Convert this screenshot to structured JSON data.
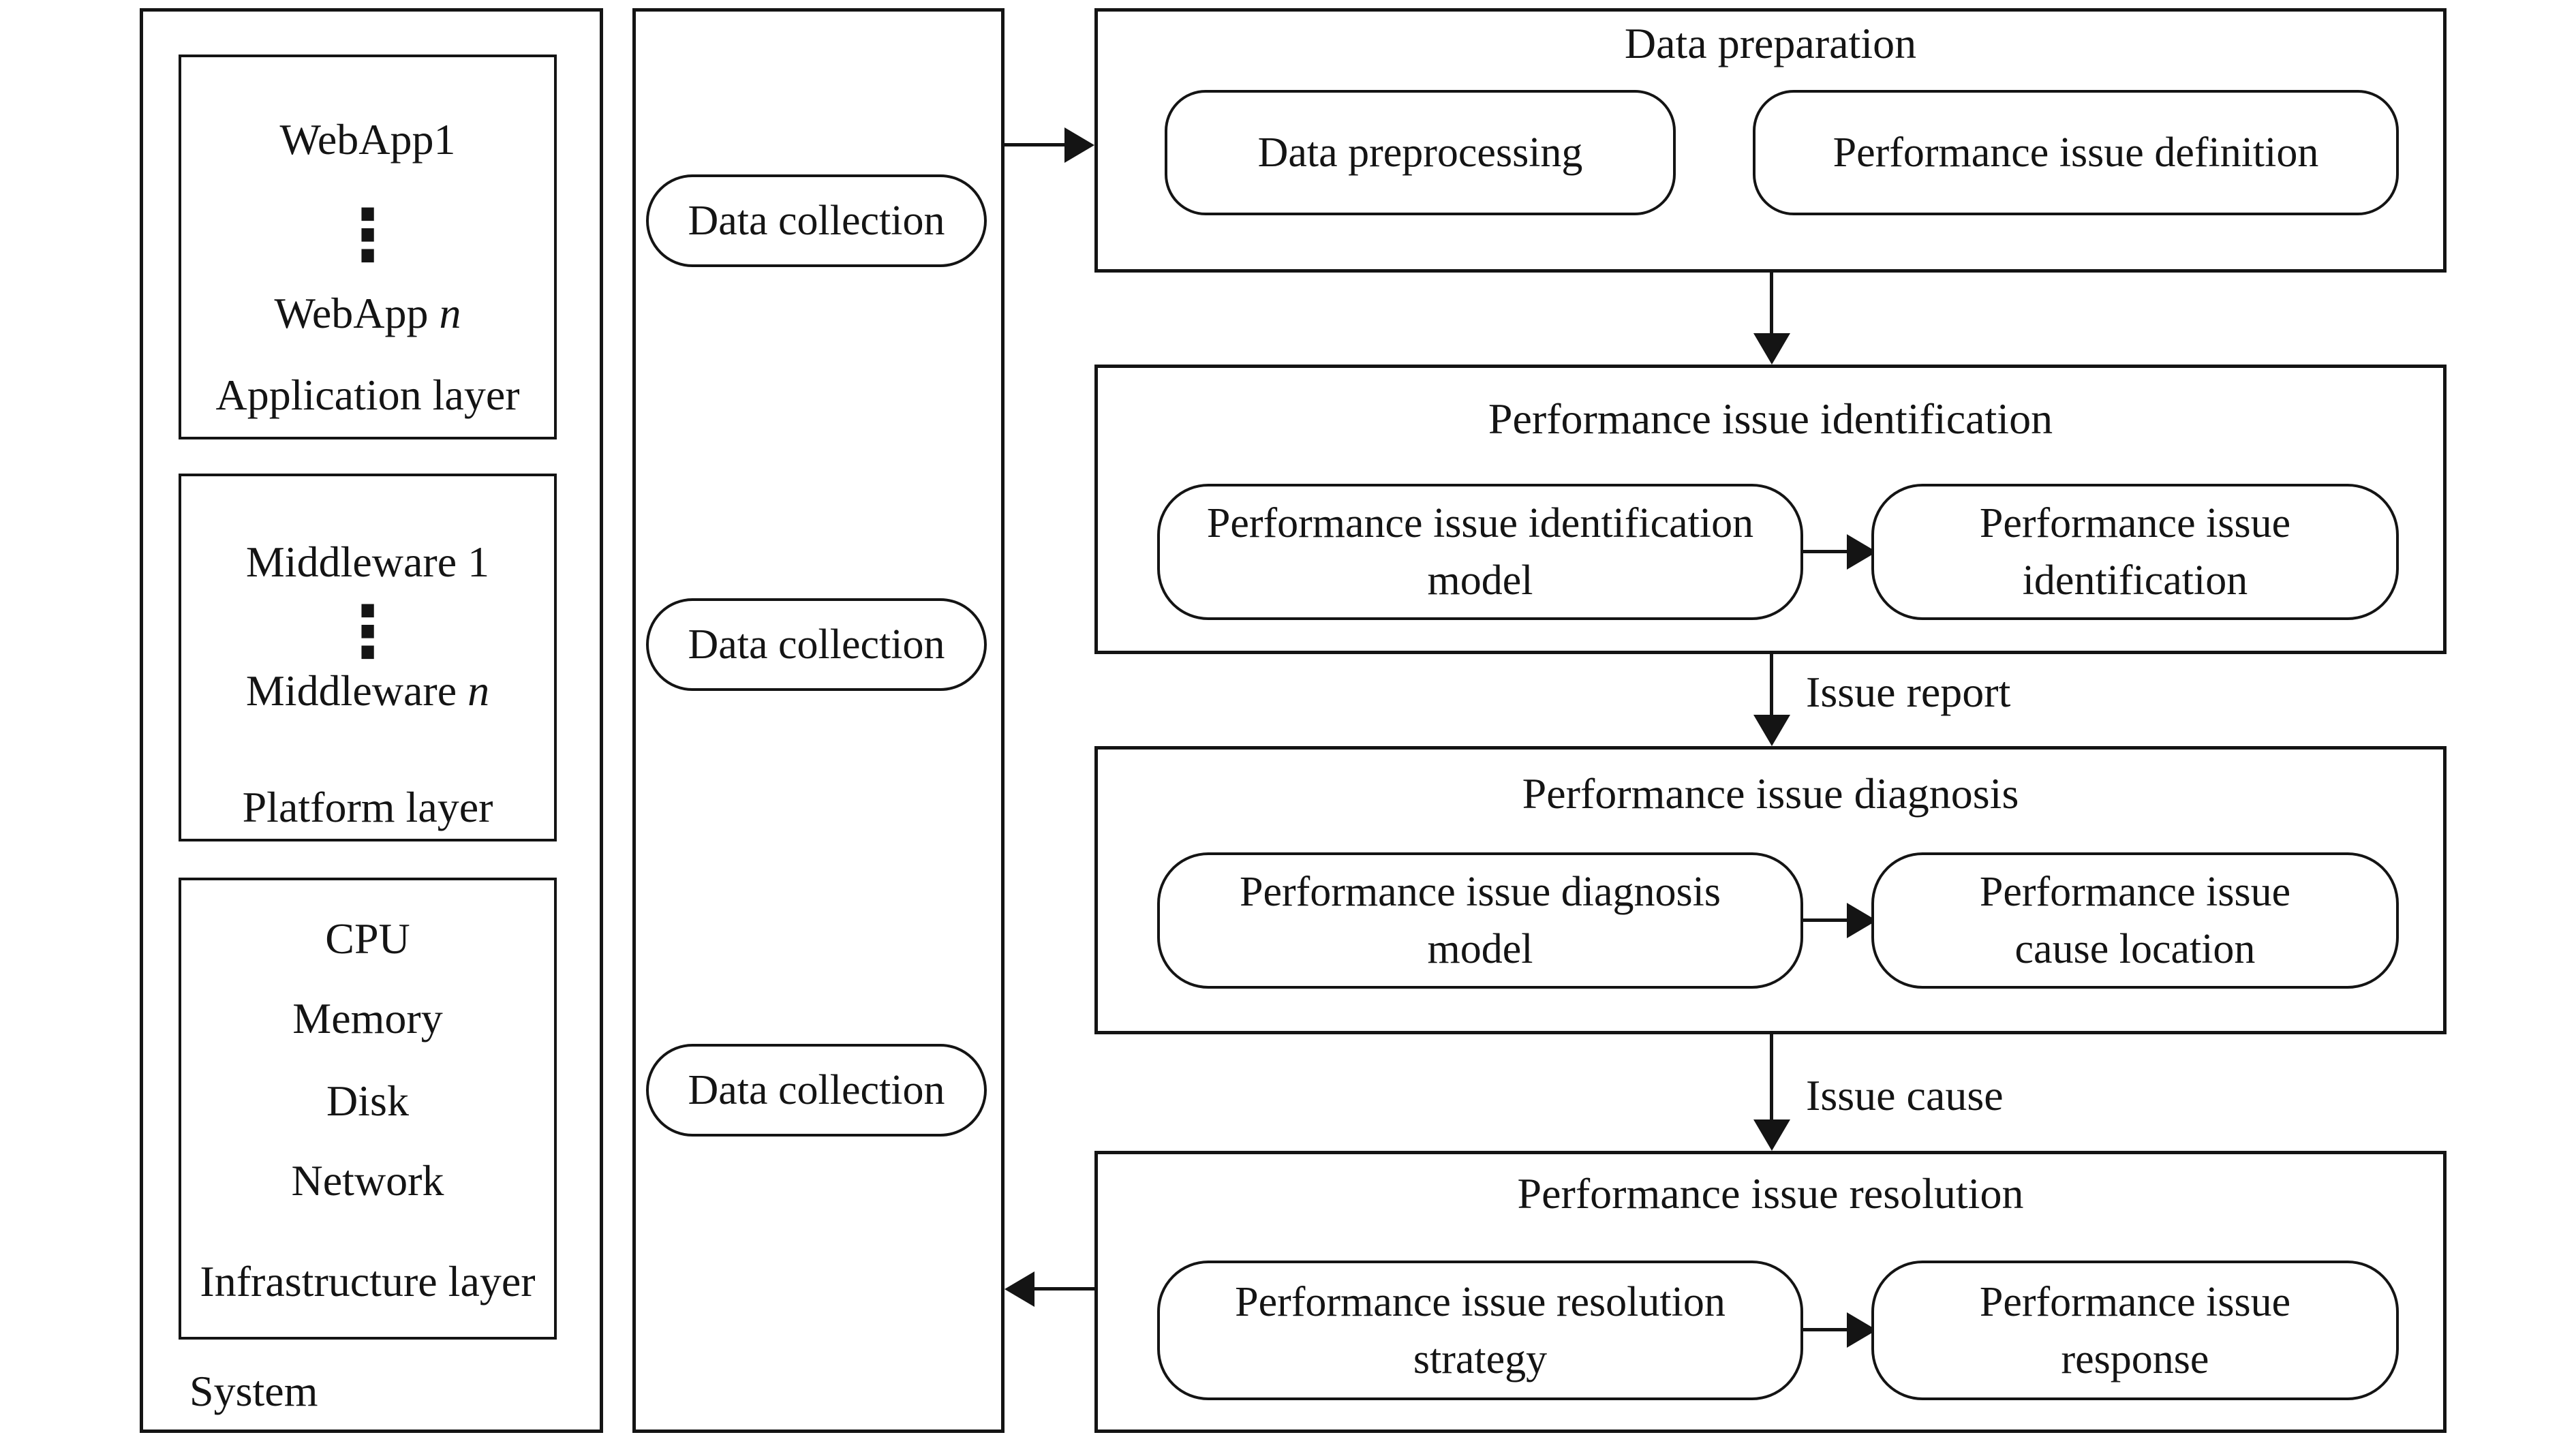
{
  "figure": {
    "system_panel": {
      "label": "System",
      "application_layer": {
        "item1": "WebApp1",
        "ellipsis": "⋮",
        "item2": "WebApp n",
        "label": "Application layer"
      },
      "platform_layer": {
        "item1": "Middleware 1",
        "ellipsis": "⋮",
        "item2": "Middleware n",
        "label": "Platform layer"
      },
      "infrastructure_layer": {
        "item1": "CPU",
        "item2": "Memory",
        "item3": "Disk",
        "item4": "Network",
        "label": "Infrastructure layer"
      }
    },
    "data_collection": {
      "pill1": "Data collection",
      "pill2": "Data collection",
      "pill3": "Data collection"
    },
    "stages": {
      "preparation": {
        "title": "Data preparation",
        "pill_left": "Data preprocessing",
        "pill_right": "Performance issue definition"
      },
      "identification": {
        "title": "Performance issue identification",
        "pill_left_line1": "Performance issue identification",
        "pill_left_line2": "model",
        "pill_right_line1": "Performance issue",
        "pill_right_line2": "identification"
      },
      "diagnosis": {
        "title": "Performance issue diagnosis",
        "pill_left_line1": "Performance issue diagnosis",
        "pill_left_line2": "model",
        "pill_right_line1": "Performance issue",
        "pill_right_line2": "cause location"
      },
      "resolution": {
        "title": "Performance issue resolution",
        "pill_left_line1": "Performance issue resolution",
        "pill_left_line2": "strategy",
        "pill_right_line1": "Performance issue",
        "pill_right_line2": "response"
      }
    },
    "edge_labels": {
      "issue_report": "Issue report",
      "issue_cause": "Issue cause"
    },
    "colors": {
      "ink": "#141414",
      "background": "#ffffff"
    }
  }
}
